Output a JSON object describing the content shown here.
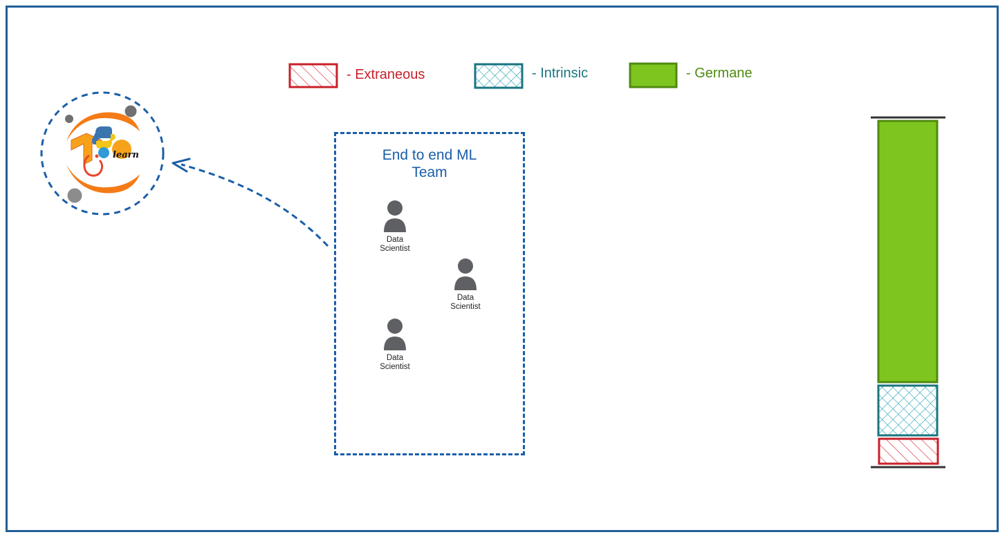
{
  "legend": {
    "extraneous": {
      "label": "- Extraneous",
      "color": "#c8202a"
    },
    "intrinsic": {
      "label": "- Intrinsic",
      "color": "#1a7480"
    },
    "germane": {
      "label": "- Germane",
      "color": "#4f8a10",
      "fill": "#7ec61f"
    }
  },
  "team": {
    "title_line1": "End to end ML",
    "title_line2": "Team",
    "color": "#1a5ea8",
    "members": [
      {
        "line1": "Data",
        "line2": "Scientist"
      },
      {
        "line1": "Data",
        "line2": "Scientist"
      },
      {
        "line1": "Data",
        "line2": "Scientist"
      }
    ]
  },
  "logo": {
    "text": "learn"
  }
}
